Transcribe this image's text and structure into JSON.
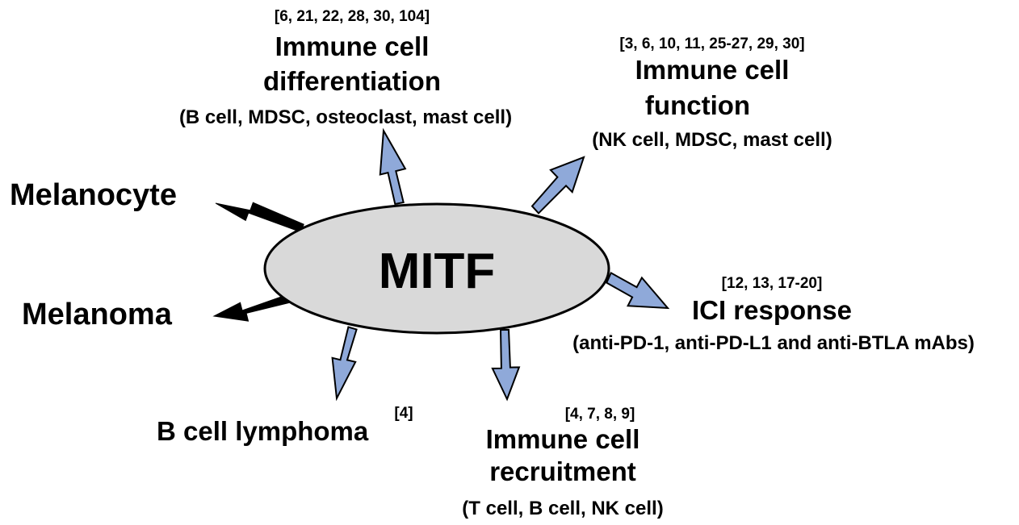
{
  "center": {
    "label": "MITF"
  },
  "colors": {
    "ellipse_fill": "#d9d9d9",
    "outline": "#000000",
    "arrow_blue": "#8fa9d9",
    "arrow_black": "#000000"
  },
  "melanocyte": {
    "label": "Melanocyte"
  },
  "melanoma": {
    "label": "Melanoma"
  },
  "differentiation": {
    "refs": "[6, 21, 22, 28, 30, 104]",
    "line1": "Immune cell",
    "line2": "differentiation",
    "detail": "(B cell, MDSC, osteoclast, mast cell)"
  },
  "function": {
    "refs": "[3, 6, 10, 11, 25-27, 29, 30]",
    "line1": "Immune cell",
    "line2": "function",
    "detail": "(NK cell, MDSC, mast cell)"
  },
  "ici": {
    "refs": "[12, 13, 17-20]",
    "line1": "ICI response",
    "detail": "(anti-PD-1, anti-PD-L1 and anti-BTLA mAbs)"
  },
  "lymphoma": {
    "label": "B cell lymphoma",
    "refs": "[4]"
  },
  "recruitment": {
    "refs": "[4, 7, 8, 9]",
    "line1": "Immune cell",
    "line2": "recruitment",
    "detail": "(T cell, B cell, NK cell)"
  }
}
